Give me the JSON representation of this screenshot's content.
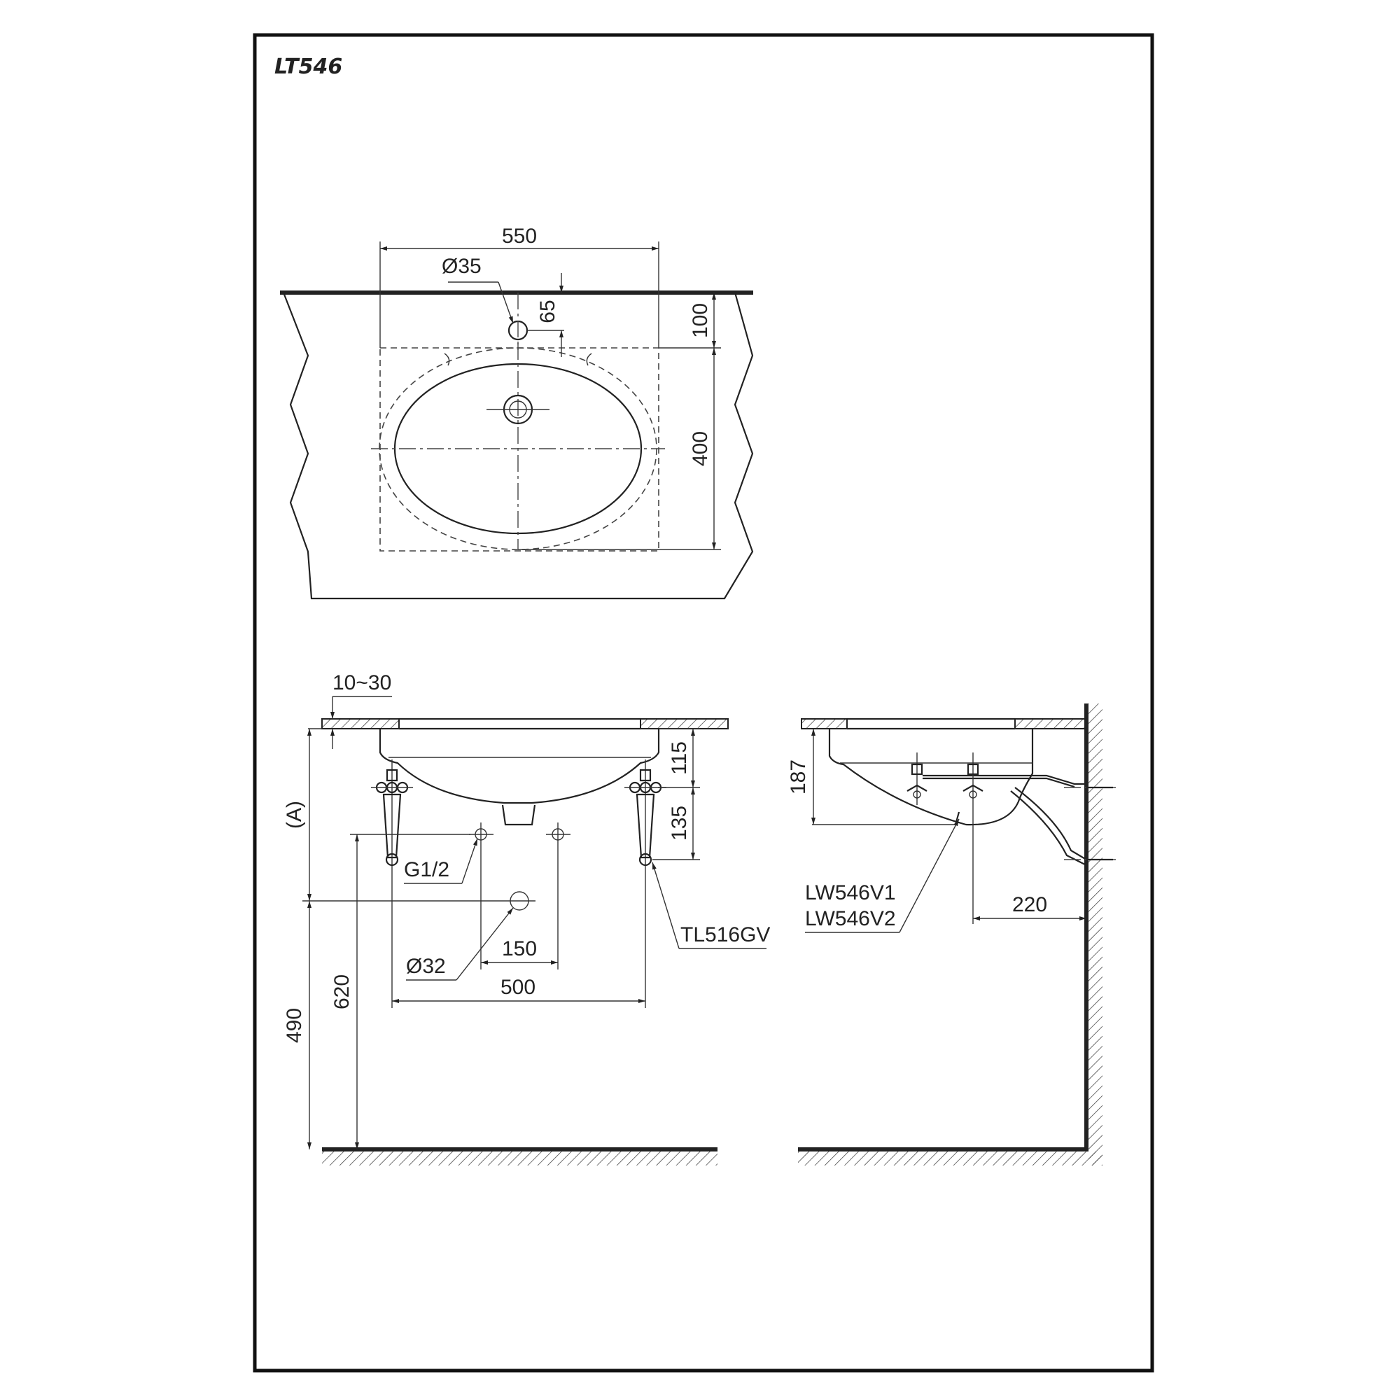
{
  "title": "LT546",
  "top_view": {
    "width_dim": "550",
    "hole_dim": "Ø35",
    "hole_offset_dim": "65",
    "top_offset_dim": "100",
    "depth_dim": "400"
  },
  "front_view": {
    "counter_thickness_dim": "10~30",
    "height_label": "(A)",
    "bowl_depth_dim": "115",
    "valve_height_dim": "135",
    "supply_thread": "G1/2",
    "drain_dim": "Ø32",
    "supply_spacing_dim": "150",
    "bracket_spacing_dim": "500",
    "supply_height_dim": "620",
    "drain_height_dim": "490",
    "bracket_model": "TL516GV"
  },
  "side_view": {
    "depth_dim": "187",
    "bracket_model_1": "LW546V1",
    "bracket_model_2": "LW546V2",
    "wall_offset_dim": "220"
  }
}
